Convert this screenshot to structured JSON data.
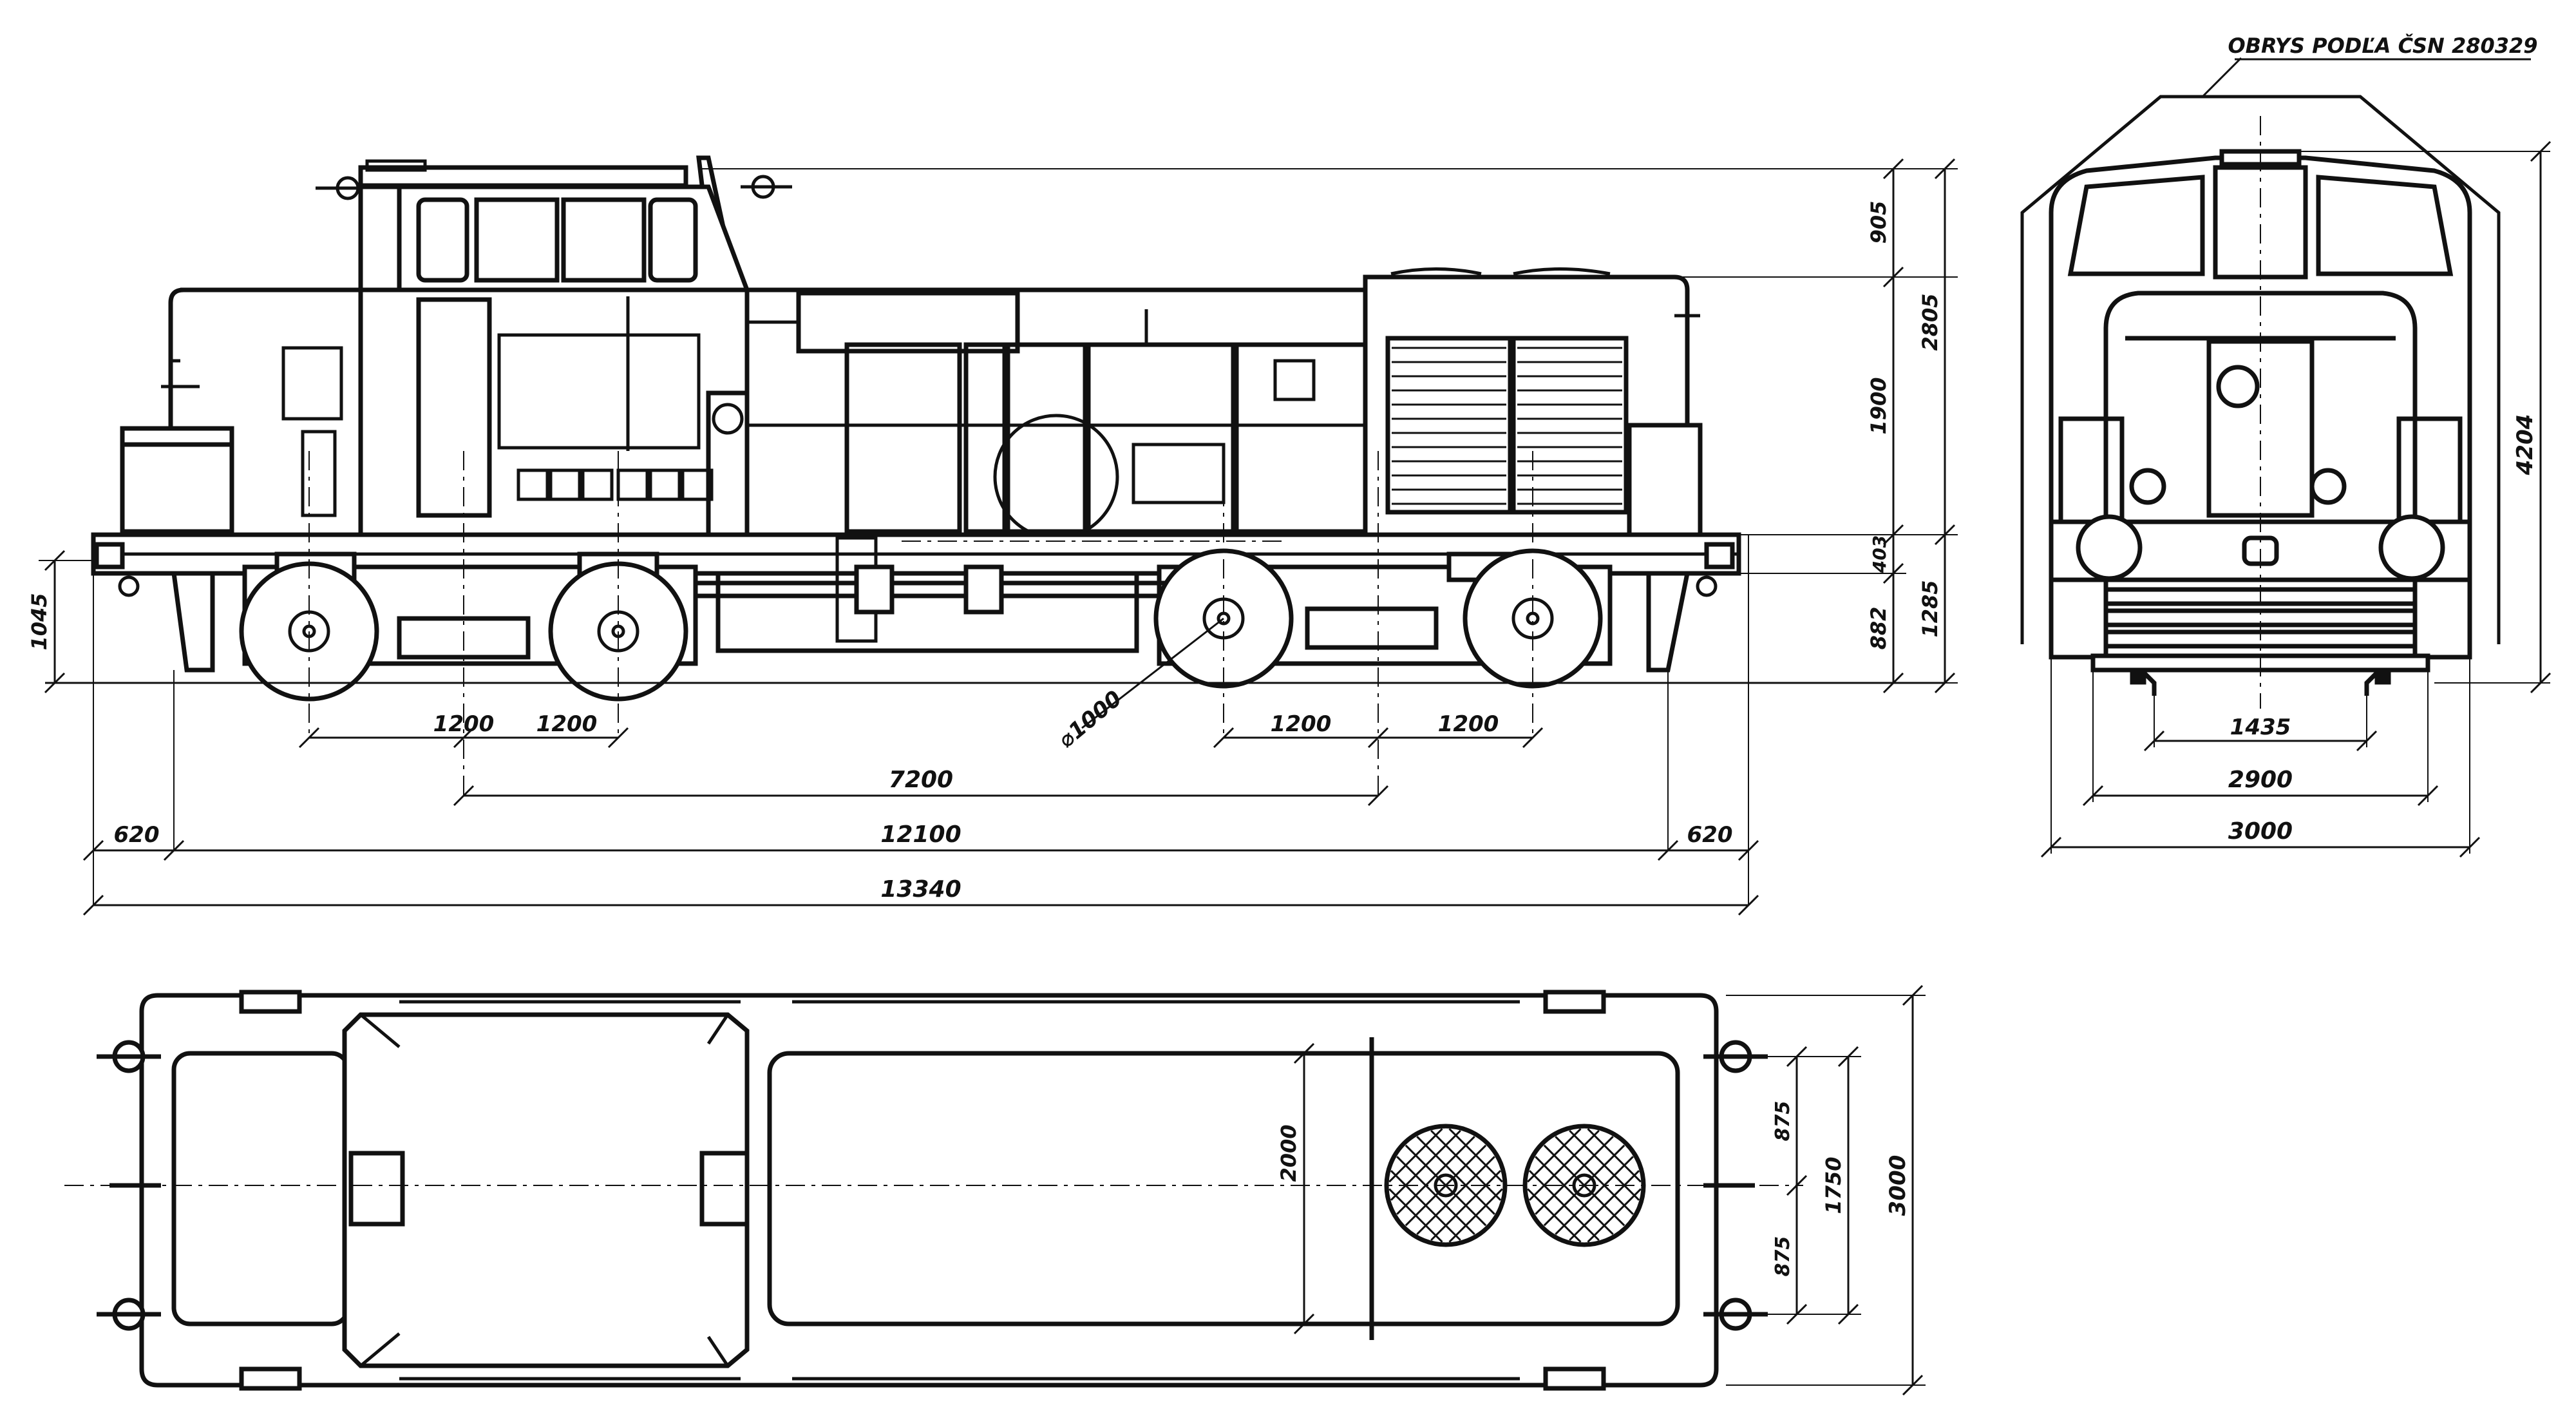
{
  "diagram": {
    "standard_note": "OBRYS PODĽA ČSN 280329",
    "side_view": {
      "horizontal": {
        "axle_left_1": "1200",
        "axle_left_2": "1200",
        "axle_right_1": "1200",
        "axle_right_2": "1200",
        "bogie_centers": "7200",
        "overhang_left": "620",
        "buffer_span": "12100",
        "overhang_right": "620",
        "length_over_buffers": "13340"
      },
      "vertical": {
        "cab_roof": "905",
        "body_height": "1900",
        "frame": "403",
        "wheel_zone": "882",
        "frame_top": "1285",
        "upper_total": "2805",
        "buffer_height": "1045"
      },
      "wheel_diameter": "⌀1000"
    },
    "front_view": {
      "total_height": "4204",
      "track_gauge": "1435",
      "bogie_width": "2900",
      "body_width": "3000"
    },
    "top_view": {
      "body_width_inner": "2000",
      "split_upper": "875",
      "split_lower": "875",
      "buffer_spacing": "1750",
      "overall_width": "3000"
    }
  }
}
